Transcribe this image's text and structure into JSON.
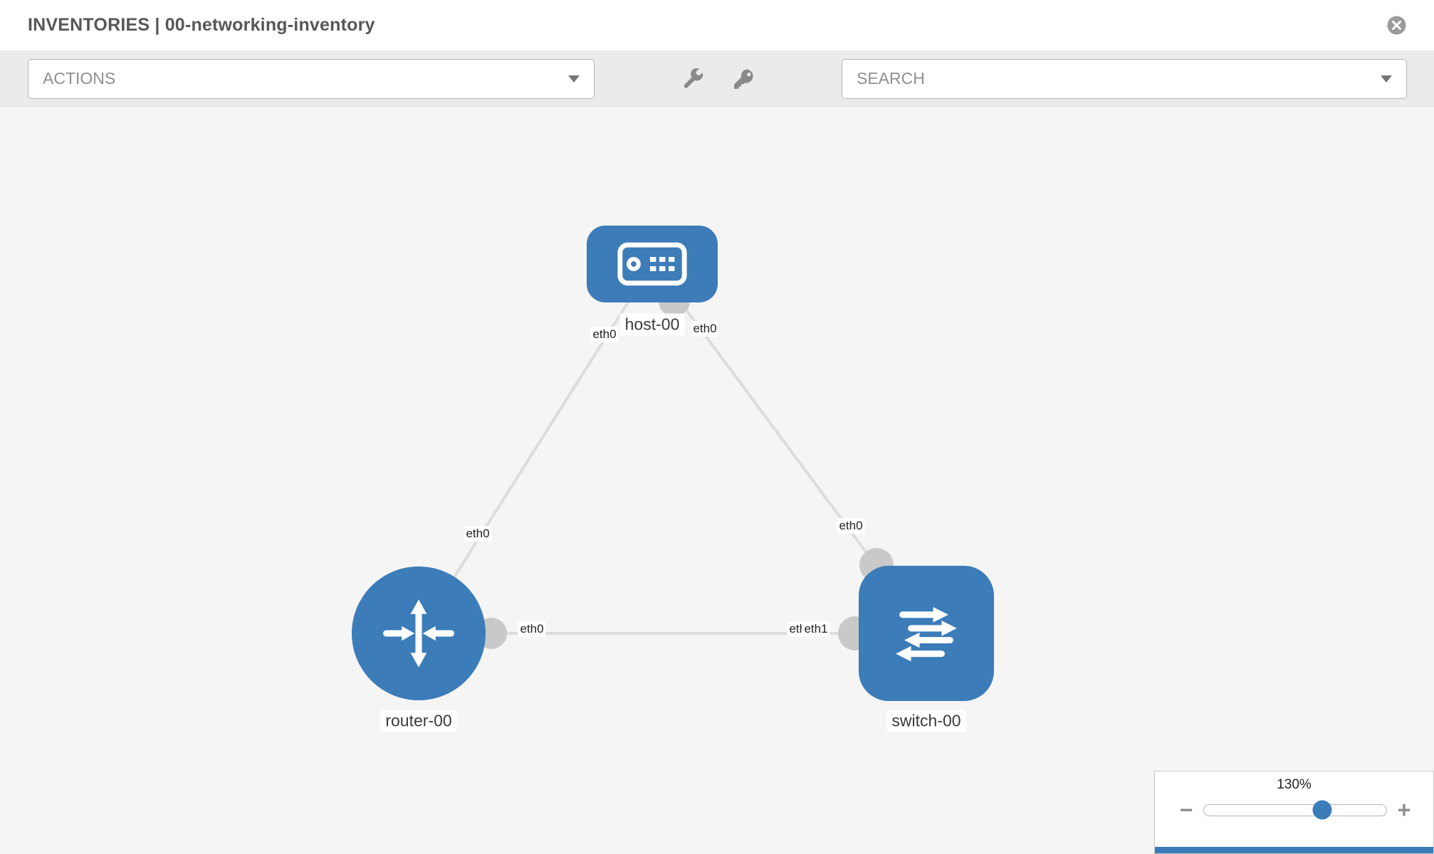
{
  "header": {
    "title": "INVENTORIES | 00-networking-inventory"
  },
  "toolbar": {
    "actions_label": "ACTIONS",
    "search_label": "SEARCH",
    "icons": [
      "wrench-icon",
      "key-icon"
    ]
  },
  "topology": {
    "nodes": [
      {
        "id": "host-00",
        "type": "host",
        "label": "host-00"
      },
      {
        "id": "router-00",
        "type": "router",
        "label": "router-00"
      },
      {
        "id": "switch-00",
        "type": "switch",
        "label": "switch-00"
      }
    ],
    "links": [
      {
        "source": "host-00",
        "source_interface": "eth0",
        "target": "router-00",
        "target_interface": "eth0"
      },
      {
        "source": "host-00",
        "source_interface": "eth0",
        "target": "switch-00",
        "target_interface": "eth0"
      },
      {
        "source": "router-00",
        "source_interface": "eth0",
        "target": "switch-00",
        "target_interface": "eth1"
      }
    ],
    "interface_labels": [
      {
        "text": "eth0",
        "node": "host-00",
        "side": "left"
      },
      {
        "text": "eth0",
        "node": "host-00",
        "side": "right"
      },
      {
        "text": "eth0",
        "node": "router-00",
        "side": "top-link"
      },
      {
        "text": "eth0",
        "node": "router-00",
        "side": "right"
      },
      {
        "text": "eth0",
        "node": "switch-00",
        "side": "top"
      },
      {
        "text": "eth0",
        "node": "switch-00",
        "side": "left"
      },
      {
        "text": "eth1",
        "node": "switch-00",
        "side": "left-overlap"
      }
    ]
  },
  "zoom": {
    "level": "130%",
    "minus_label": "−",
    "plus_label": "+"
  },
  "colors": {
    "node_blue": "#3c7cb8",
    "link_gray": "#dcdcdc",
    "interface_gray": "#c9c9c9",
    "canvas_bg": "#f5f5f6"
  }
}
